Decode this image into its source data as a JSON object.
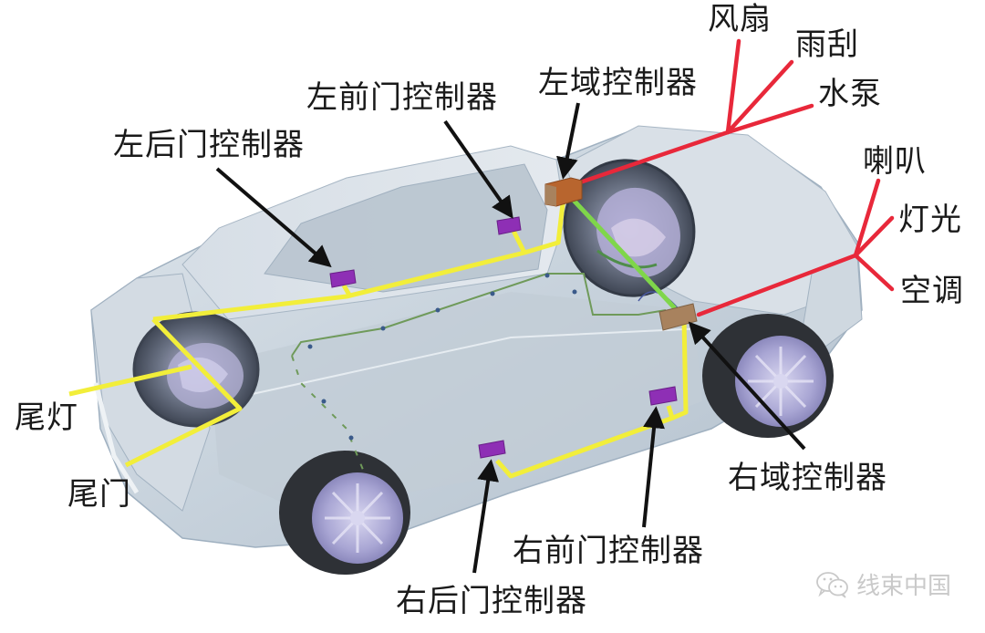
{
  "figure": {
    "description": "Zonal (domain) controller wiring architecture on vehicle body",
    "colors": {
      "background": "#ffffff",
      "body": "#c9d4de",
      "body_shadow": "#aebccb",
      "glass": "#b7c3cf",
      "tire": "#2e3136",
      "rim": "#a9a6d4",
      "door_controller": "#8e2fb5",
      "left_domain_controller": "#b8652e",
      "right_domain_controller": "#a8825e",
      "yellow_harness": "#f2ee3a",
      "red_harness": "#e8283a",
      "green_backbone": "#7fd64a",
      "thin_harness": "#6f9a5a",
      "pointer_arrow": "#111111"
    }
  },
  "labels": {
    "left_domain_controller": "左域控制器",
    "right_domain_controller": "右域控制器",
    "left_front_door_controller": "左前门控制器",
    "left_rear_door_controller": "左后门控制器",
    "right_front_door_controller": "右前门控制器",
    "right_rear_door_controller": "右后门控制器",
    "fan": "风扇",
    "wiper": "雨刮",
    "water_pump": "水泵",
    "horn": "喇叭",
    "light": "灯光",
    "air_conditioning": "空调",
    "tail_light": "尾灯",
    "tailgate": "尾门"
  },
  "watermark": {
    "icon": "wechat-icon",
    "text": "线束中国"
  }
}
